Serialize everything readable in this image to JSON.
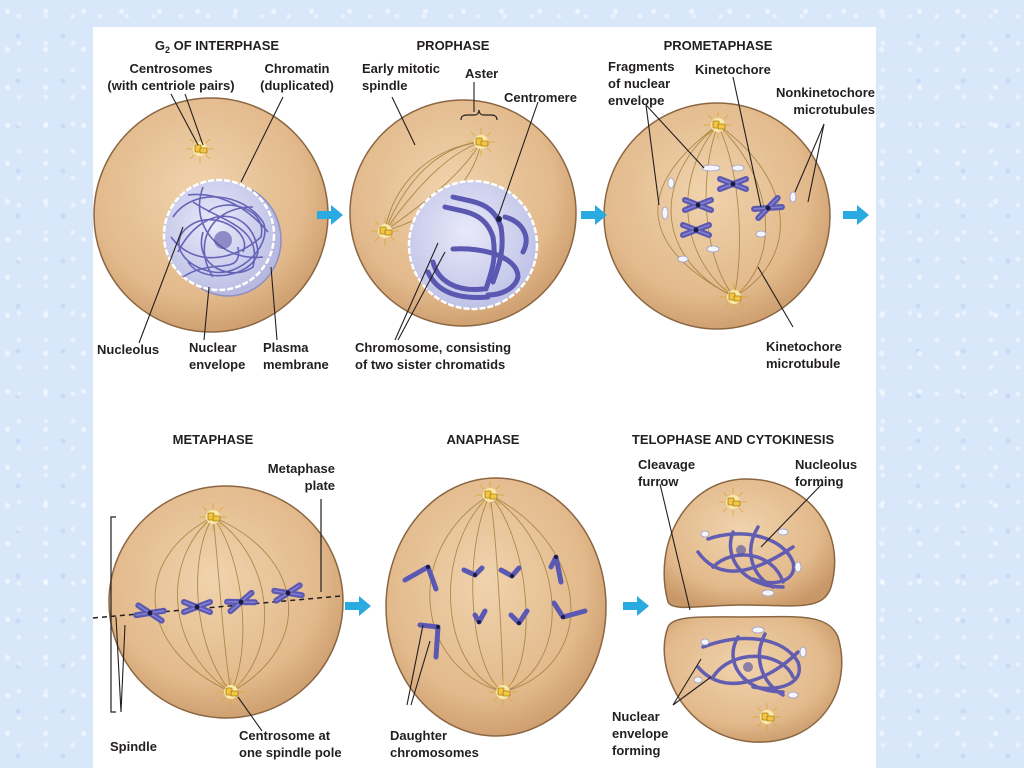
{
  "figure": {
    "stages": [
      {
        "id": "g2",
        "title_main": "G",
        "title_sub": "2",
        "title_rest": " OF INTERPHASE",
        "labels": {
          "centrosomes": "Centrosomes\n(with centriole pairs)",
          "chromatin": "Chromatin\n(duplicated)",
          "nucleolus": "Nucleolus",
          "nuclear_envelope": "Nuclear\nenvelope",
          "plasma_membrane": "Plasma\nmembrane"
        }
      },
      {
        "id": "prophase",
        "title": "PROPHASE",
        "labels": {
          "early_spindle": "Early mitotic\nspindle",
          "aster": "Aster",
          "centromere": "Centromere",
          "chromosome": "Chromosome, consisting\nof two sister chromatids"
        }
      },
      {
        "id": "prometaphase",
        "title": "PROMETAPHASE",
        "labels": {
          "fragments": "Fragments\nof nuclear\nenvelope",
          "kinetochore": "Kinetochore",
          "nonkinetochore": "Nonkinetochore\nmicrotubules",
          "kinetochore_mt": "Kinetochore\nmicrotubule"
        }
      },
      {
        "id": "metaphase",
        "title": "METAPHASE",
        "labels": {
          "plate": "Metaphase\nplate",
          "spindle": "Spindle",
          "centrosome_pole": "Centrosome at\none spindle pole"
        }
      },
      {
        "id": "anaphase",
        "title": "ANAPHASE",
        "labels": {
          "daughter": "Daughter\nchromosomes"
        }
      },
      {
        "id": "telophase",
        "title": "TELOPHASE AND CYTOKINESIS",
        "labels": {
          "cleavage": "Cleavage\nfurrow",
          "nucleolus_forming": "Nucleolus\nforming",
          "envelope_forming": "Nuclear\nenvelope\nforming"
        }
      }
    ]
  },
  "colors": {
    "background": "#d9e7fb",
    "cell_fill": "#e2b98b",
    "cell_edge": "#8a6642",
    "chromosome": "#5b58b2",
    "nucleus": "#cfd0ee",
    "centrosome": "#f4d35a",
    "arrow": "#29abe2"
  },
  "icons": {
    "arrow": "right-arrow-icon",
    "centrosome": "centrosome-icon"
  }
}
